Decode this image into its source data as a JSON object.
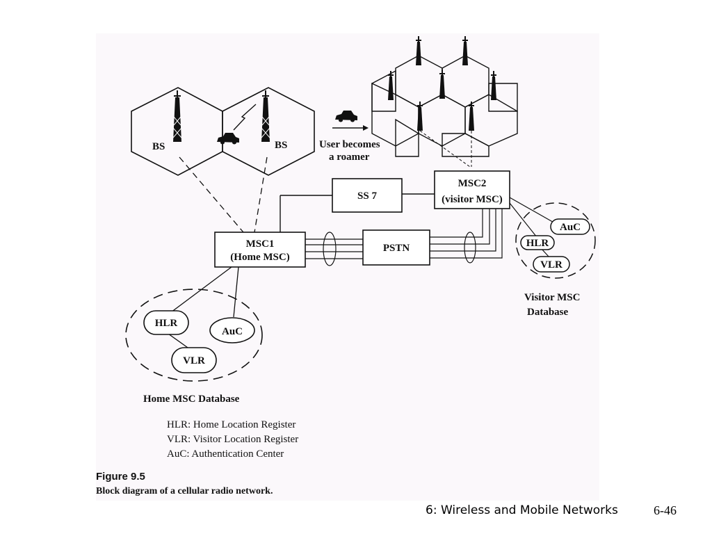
{
  "diagram": {
    "cells": {
      "bs_label": "BS"
    },
    "roaming": {
      "line1": "User becomes",
      "line2": "a roamer"
    },
    "nodes": {
      "ss7": "SS 7",
      "msc1_line1": "MSC1",
      "msc1_line2": "(Home MSC)",
      "msc2_line1": "MSC2",
      "msc2_line2": "(visitor MSC)",
      "pstn": "PSTN",
      "hlr": "HLR",
      "vlr": "VLR",
      "auc": "AuC"
    },
    "home_db_label": "Home MSC Database",
    "visitor_db_label_line1": "Visitor MSC",
    "visitor_db_label_line2": "Database",
    "legend": [
      "HLR: Home Location Register",
      "VLR: Visitor Location Register",
      "AuC: Authentication Center"
    ],
    "figure_number": "Figure 9.5",
    "figure_caption": "Block diagram of a cellular radio network."
  },
  "footer": {
    "title": "6: Wireless and Mobile Networks",
    "page": "6-46"
  }
}
